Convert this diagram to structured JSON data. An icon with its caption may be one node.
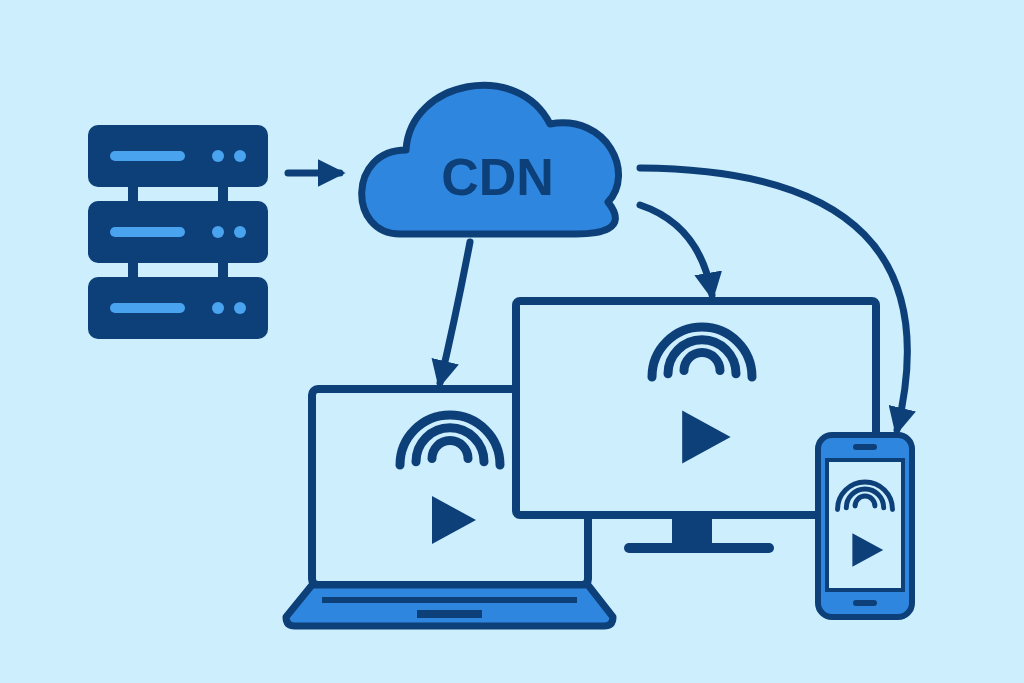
{
  "diagram": {
    "nodes": [
      {
        "text": [],
        "shape": "picture"
      },
      {
        "text": [
          "CDN"
        ]
      },
      {
        "text": [],
        "shape": "picture"
      },
      {
        "text": [],
        "shape": "picture"
      },
      {
        "text": [],
        "shape": "picture"
      }
    ],
    "edges": [
      {
        "from": 0,
        "to": 1,
        "arrow": "to"
      },
      {
        "from": 1,
        "to": 2,
        "arrow": "to"
      },
      {
        "from": 1,
        "to": 3,
        "arrow": "to"
      },
      {
        "from": 1,
        "to": 4,
        "arrow": "to"
      }
    ]
  }
}
